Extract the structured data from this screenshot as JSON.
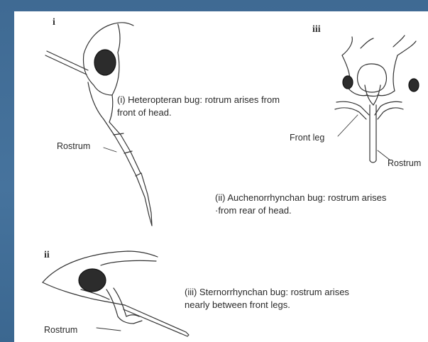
{
  "figure": {
    "panel_i": {
      "numeral": "i",
      "label_rostrum": "Rostrum",
      "caption_line1": "(i) Heteropteran bug: rotrum arises from",
      "caption_line2": "front of head."
    },
    "panel_iii": {
      "numeral": "iii",
      "label_front_leg": "Front leg",
      "label_rostrum": "Rostrum",
      "caption_line1": "(ii) Auchenorrhynchan bug: rostrum arises",
      "caption_line2": "·from rear of head."
    },
    "panel_ii": {
      "numeral": "ii",
      "label_rostrum": "Rostrum",
      "caption_line1": "(iii) Sternorrhynchan bug: rostrum arises",
      "caption_line2": "nearly between front legs."
    }
  },
  "colors": {
    "background": "#46739d",
    "paper": "#ffffff",
    "ink": "#2a2a2a"
  }
}
